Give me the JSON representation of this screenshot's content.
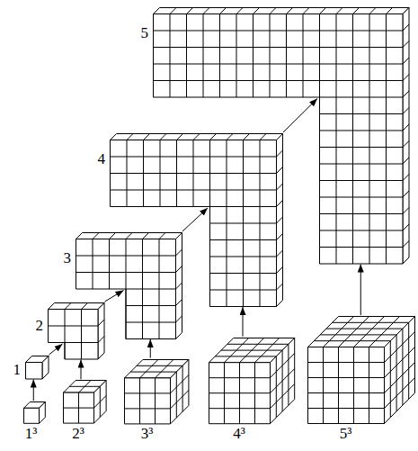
{
  "diagram": {
    "nodes": [
      {
        "text": [
          "5"
        ]
      },
      {
        "text": [
          "4"
        ]
      },
      {
        "text": [
          "3"
        ]
      },
      {
        "text": [
          "2"
        ]
      },
      {
        "text": [
          "1"
        ]
      },
      {
        "text": [
          "1³"
        ]
      },
      {
        "text": [
          "2³"
        ]
      },
      {
        "text": [
          "3³"
        ]
      },
      {
        "text": [
          "4³"
        ]
      },
      {
        "text": [
          "5³"
        ]
      }
    ],
    "edges": [
      {
        "from": 5,
        "to": 4,
        "arrow": "to"
      },
      {
        "from": 6,
        "to": 3,
        "arrow": "to"
      },
      {
        "from": 7,
        "to": 2,
        "arrow": "to"
      },
      {
        "from": 8,
        "to": 1,
        "arrow": "to"
      },
      {
        "from": 9,
        "to": 0,
        "arrow": "to"
      },
      {
        "from": 4,
        "to": 3,
        "arrow": "to"
      },
      {
        "from": 3,
        "to": 2,
        "arrow": "to"
      },
      {
        "from": 2,
        "to": 1,
        "arrow": "to"
      },
      {
        "from": 1,
        "to": 0,
        "arrow": "to"
      }
    ]
  }
}
